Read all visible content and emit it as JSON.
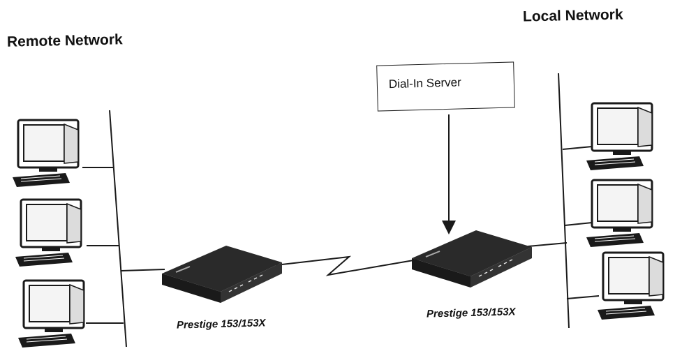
{
  "regions": {
    "remote": "Remote Network",
    "local": "Local Network"
  },
  "server": {
    "label": "Dial-In Server"
  },
  "routers": {
    "left": "Prestige 153/153X",
    "right": "Prestige 153/153X"
  },
  "colors": {
    "ink": "#1a1a1a",
    "device_dark": "#2a2a2a",
    "screen": "#f4f4f4"
  },
  "icons": {
    "computer": "computer-icon",
    "router": "router-icon",
    "arrow": "arrow-down-icon"
  }
}
